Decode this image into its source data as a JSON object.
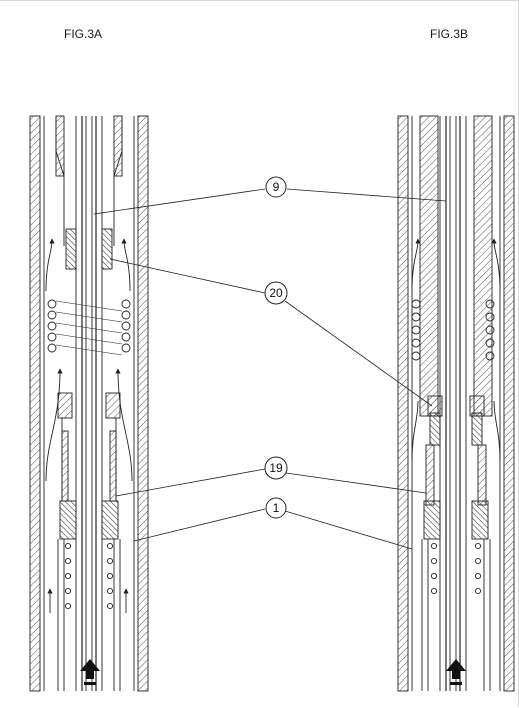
{
  "figures": {
    "left_title": "FIG.3A",
    "right_title": "FIG.3B"
  },
  "callouts": {
    "nine": "9",
    "twenty": "20",
    "nineteen": "19",
    "one": "1"
  },
  "icons": {
    "flow_arrow_left": "up-arrow-icon",
    "flow_arrow_right": "up-arrow-icon"
  },
  "colors": {
    "line": "#222222",
    "hatch": "#555555",
    "background": "#ffffff"
  }
}
